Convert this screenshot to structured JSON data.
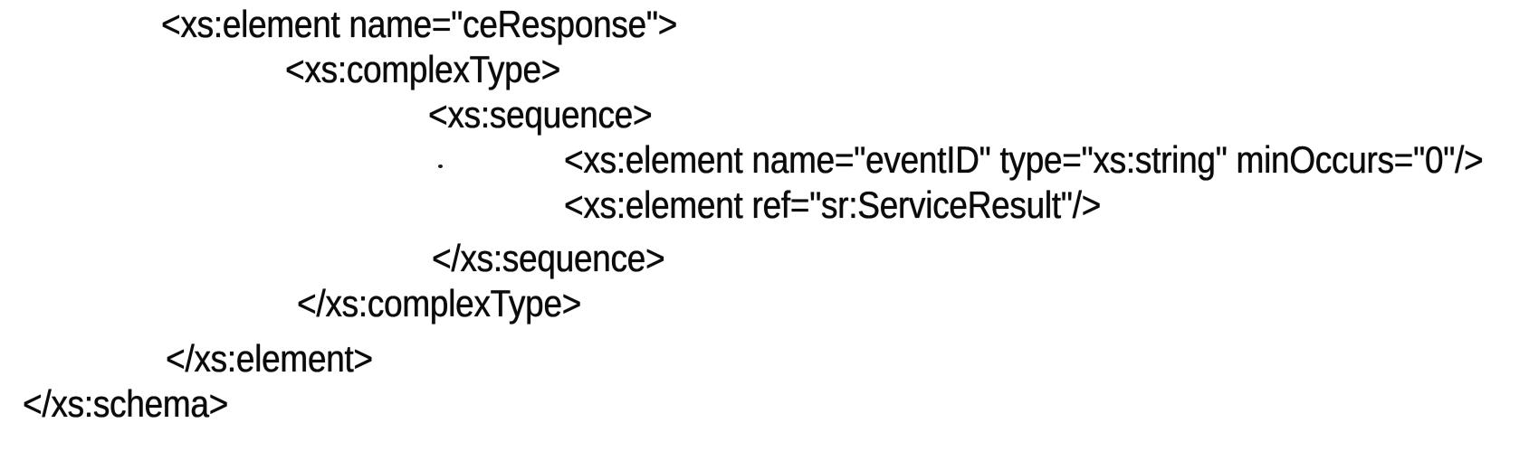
{
  "colors": {
    "ink": "#0b0b0b",
    "paper": "#ffffff"
  },
  "code": {
    "language": "XML Schema",
    "lines": [
      {
        "text": "<xs:element name=\"ceResponse\">"
      },
      {
        "text": "<xs:complexType>"
      },
      {
        "text": "<xs:sequence>"
      },
      {
        "text": "<xs:element name=\"eventID\" type=\"xs:string\" minOccurs=\"0\"/>"
      },
      {
        "text": "<xs:element ref=\"sr:ServiceResult\"/>"
      },
      {
        "text": "</xs:sequence>"
      },
      {
        "text": "</xs:complexType>"
      },
      {
        "text": "</xs:element>"
      },
      {
        "text": "</xs:schema>"
      }
    ]
  }
}
